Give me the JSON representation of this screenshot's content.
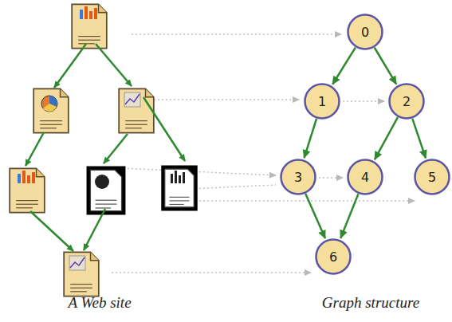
{
  "diagram": {
    "nodes": [
      {
        "text": [
          "0"
        ]
      },
      {
        "text": [
          "1"
        ]
      },
      {
        "text": [
          "2"
        ]
      },
      {
        "text": [
          "3"
        ]
      },
      {
        "text": [
          "4"
        ]
      },
      {
        "text": [
          "5"
        ]
      },
      {
        "text": [
          "6"
        ]
      }
    ],
    "edges": [
      {
        "from": 0,
        "to": 1,
        "arrow": "to"
      },
      {
        "from": 0,
        "to": 2,
        "arrow": "to"
      },
      {
        "from": 1,
        "to": 3,
        "arrow": "to"
      },
      {
        "from": 2,
        "to": 4,
        "arrow": "to"
      },
      {
        "from": 2,
        "to": 5,
        "arrow": "to"
      },
      {
        "from": 3,
        "to": 6,
        "arrow": "to"
      },
      {
        "from": 4,
        "to": 6,
        "arrow": "to"
      }
    ],
    "labels": [
      "A Web site",
      "Graph structure"
    ]
  }
}
